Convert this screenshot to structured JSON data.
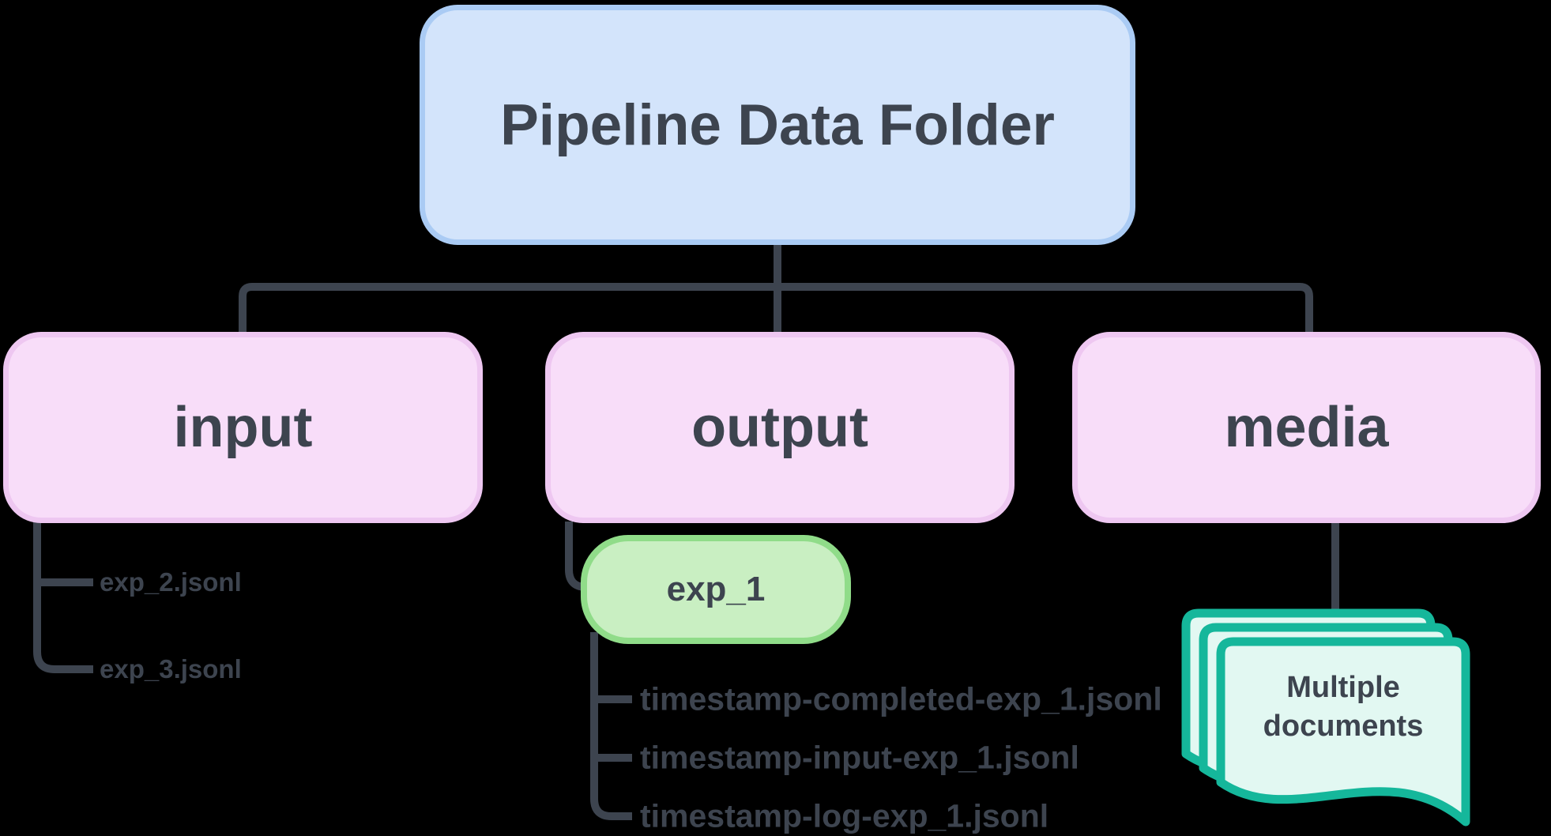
{
  "diagram": {
    "root": {
      "label": "Pipeline Data Folder"
    },
    "children": [
      {
        "label": "input",
        "files": [
          "exp_2.jsonl",
          "exp_3.jsonl"
        ]
      },
      {
        "label": "output",
        "subfolder": {
          "label": "exp_1",
          "files": [
            "timestamp-completed-exp_1.jsonl",
            "timestamp-input-exp_1.jsonl",
            "timestamp-log-exp_1.jsonl"
          ]
        }
      },
      {
        "label": "media",
        "attachment": {
          "label": "Multiple documents",
          "icon": "multiple-documents-icon"
        }
      }
    ],
    "colors": {
      "bg": "#000000",
      "connector": "#3d444f",
      "text": "#3d444f",
      "root_fill": "#d3e4fb",
      "root_border": "#aacbf4",
      "folder_fill": "#f8ddf9",
      "folder_border": "#eec7f1",
      "subfolder_fill": "#c9efc2",
      "subfolder_border": "#90dc89",
      "doc_fill": "#e2f8f2",
      "doc_border": "#15b79b"
    }
  }
}
